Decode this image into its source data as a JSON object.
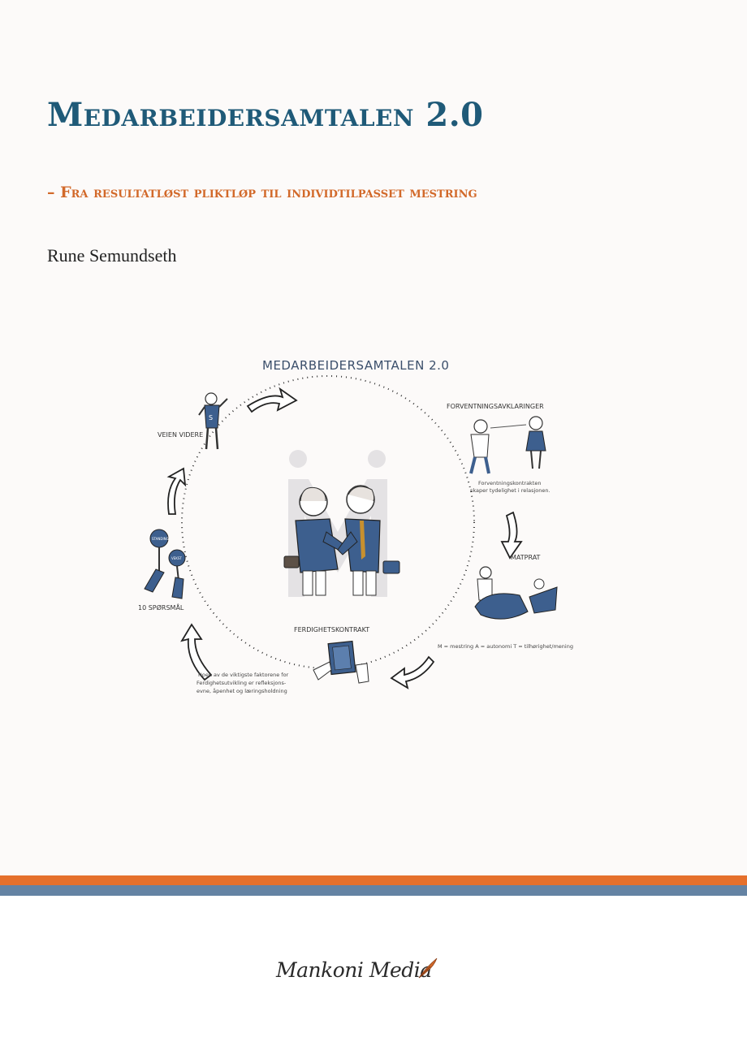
{
  "cover": {
    "title": "Medarbeidersamtalen 2.0",
    "subtitle": "– Fra resultatløst pliktløp til individtilpasset mestring",
    "author": "Rune Semundseth"
  },
  "figure": {
    "heading": "MEDARBEIDERSAMTALEN 2.0",
    "labels": {
      "veien_videre": "VEIEN VIDERE",
      "forventningsavklaringer": "FORVENTNINGSAVKLARINGER",
      "forventning_note_1": "Forventningskontrakten",
      "forventning_note_2": "skaper tydelighet i relasjonen.",
      "matprat": "MATPRAT",
      "mat_note": "M = mestring  A = autonomi  T = tilhørighet/mening",
      "ferdighetskontrakt": "FERDIGHETSKONTRAKT",
      "ferdighet_note_1": "Noen av de viktigste faktorene for",
      "ferdighet_note_2": "Ferdighetsutvikling er refleksjons-",
      "ferdighet_note_3": "evne, åpenhet og læringsholdning",
      "ti_sporsmal": "10 SPØRSMÅL",
      "sign_1": "STANDING",
      "sign_2": "VEKST",
      "superhero_letter": "S"
    }
  },
  "publisher": {
    "name": "Mankoni Media"
  },
  "colors": {
    "title": "#1f5a78",
    "subtitle": "#d2692a",
    "orange_bar": "#e5702c",
    "blue_bar": "#6483a3",
    "figure_blue": "#3d5f8e"
  }
}
